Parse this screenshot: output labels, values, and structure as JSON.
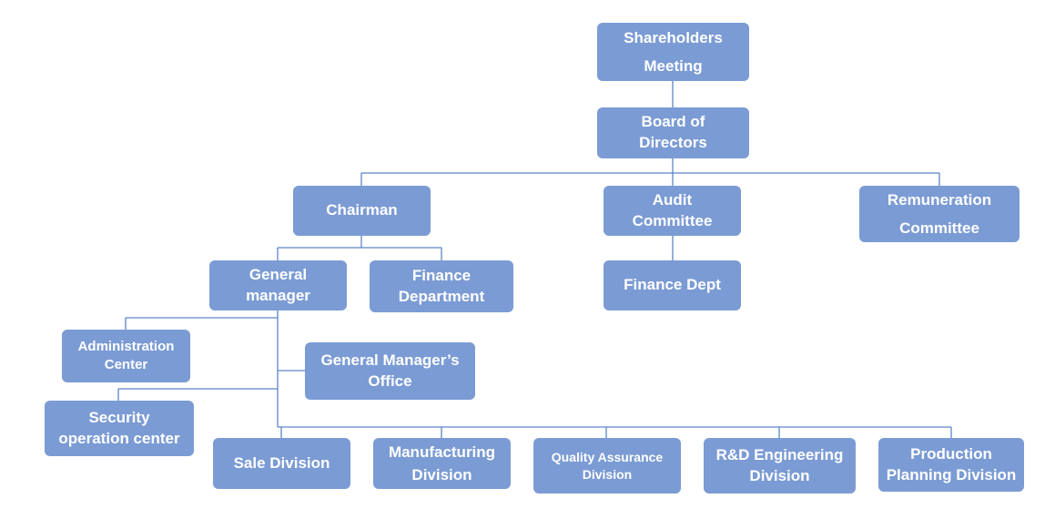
{
  "nodes": {
    "shareholders": "Shareholders\nMeeting",
    "board": "Board of\nDirectors",
    "chairman": "Chairman",
    "audit": "Audit\nCommittee",
    "remuneration": "Remuneration\nCommittee",
    "general_manager": "General\nmanager",
    "finance_department": "Finance\nDepartment",
    "finance_dept": "Finance Dept",
    "administration": "Administration\nCenter",
    "gm_office": "General Manager’s\nOffice",
    "security": "Security\noperation center",
    "sale": "Sale Division",
    "manufacturing": "Manufacturing\nDivision",
    "quality": "Quality Assurance\nDivision",
    "rnd": "R&D Engineering\nDivision",
    "production": "Production\nPlanning Division"
  },
  "colors": {
    "box_fill": "#7b9bd4",
    "box_text": "#ffffff",
    "connector": "#5b86c8"
  }
}
